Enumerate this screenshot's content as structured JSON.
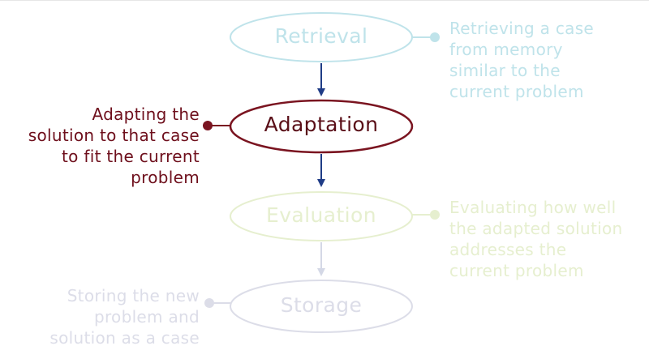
{
  "stages": [
    {
      "label": "Retrieval",
      "color": "#bfe3ea",
      "state": "faded"
    },
    {
      "label": "Adaptation",
      "color": "#7a1420",
      "state": "active"
    },
    {
      "label": "Evaluation",
      "color": "#e6efcf",
      "state": "faded"
    },
    {
      "label": "Storage",
      "color": "#dcdde8",
      "state": "faded"
    }
  ],
  "notes": {
    "retrieval": {
      "lines": [
        "Retrieving a case",
        "from memory",
        "similar to the",
        "current problem"
      ],
      "color": "#bfe3ea"
    },
    "adaptation": {
      "lines": [
        "Adapting the",
        "solution to that case",
        "to fit the current",
        "problem"
      ],
      "color": "#6e0f1c"
    },
    "evaluation": {
      "lines": [
        "Evaluating how well",
        "the adapted solution",
        "addresses the",
        "current problem"
      ],
      "color": "#e6efcf"
    },
    "storage": {
      "lines": [
        "Storing the new",
        "problem and",
        "solution as a case"
      ],
      "color": "#dcdde8"
    }
  },
  "arrow_colors": {
    "active": "#1f3c86",
    "faded": "#d4d8e6"
  }
}
